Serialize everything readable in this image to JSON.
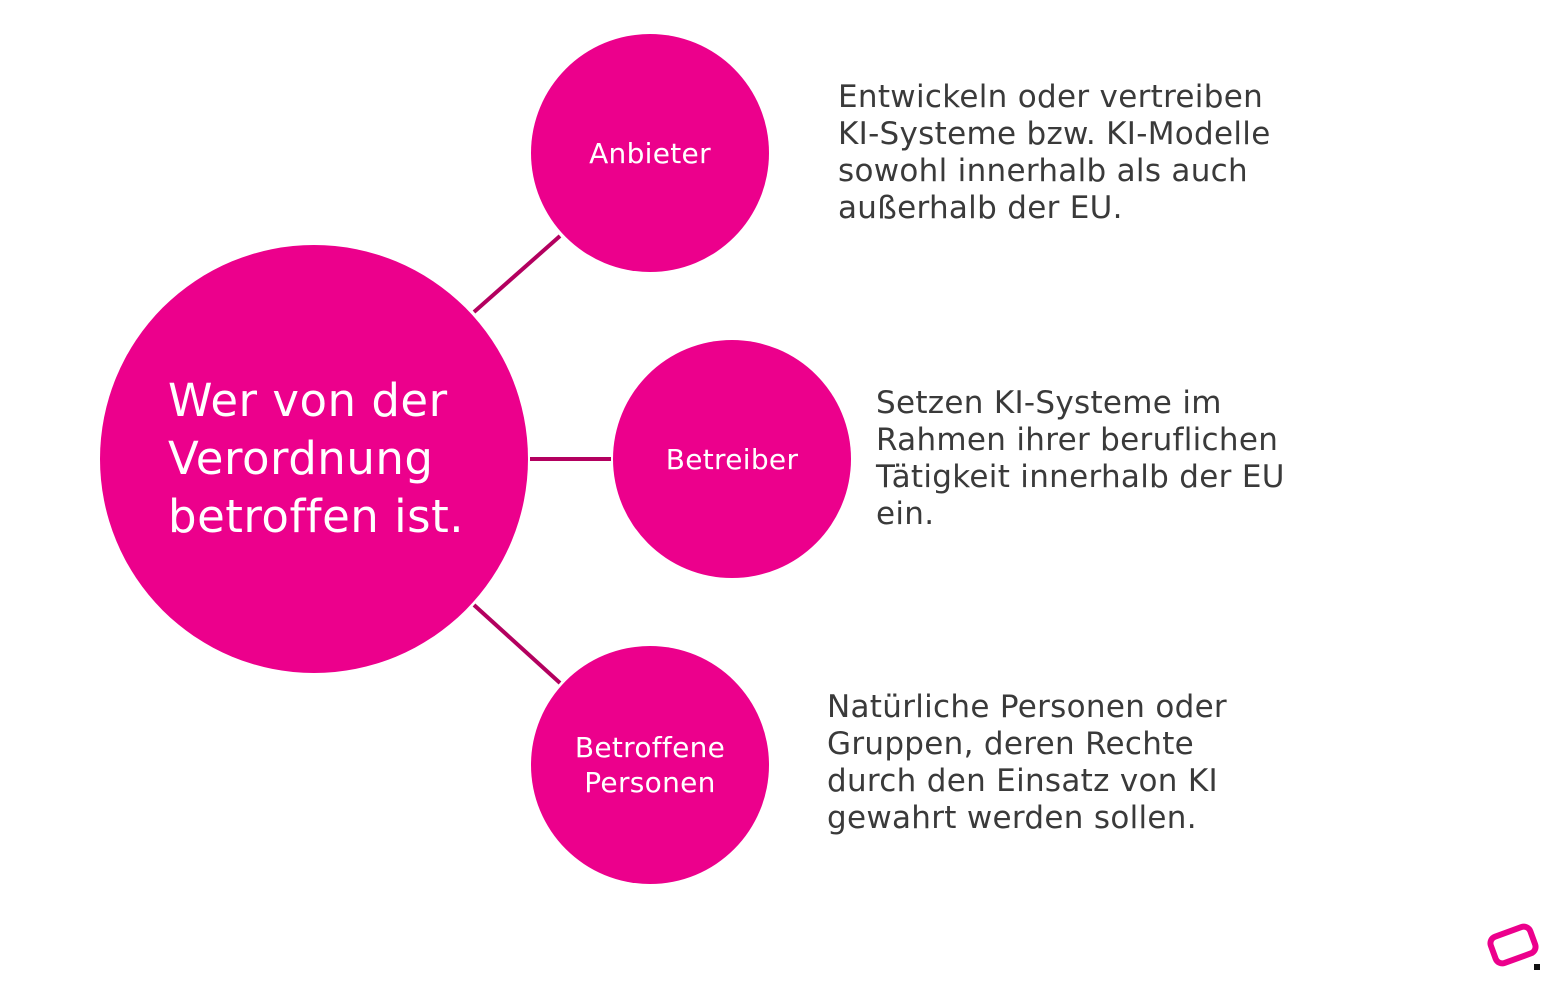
{
  "center": {
    "label": "Wer von der\nVerordnung\nbetroffen ist."
  },
  "nodes": [
    {
      "label": "Anbieter",
      "description": "Entwickeln oder vertreiben\nKI-Systeme bzw. KI-Modelle\nsowohl innerhalb als auch\naußerhalb der EU."
    },
    {
      "label": "Betreiber",
      "description": "Setzen KI-Systeme im\nRahmen ihrer beruflichen\nTätigkeit innerhalb der EU\nein."
    },
    {
      "label": "Betroffene\nPersonen",
      "description": "Natürliche Personen oder\nGruppen, deren Rechte\ndurch den Einsatz von KI\ngewahrt werden sollen."
    }
  ],
  "colors": {
    "accent": "#ec008c",
    "connector": "#b3005f",
    "text": "#3a3a3a"
  },
  "logo": {
    "icon": "brand-logo-icon"
  }
}
